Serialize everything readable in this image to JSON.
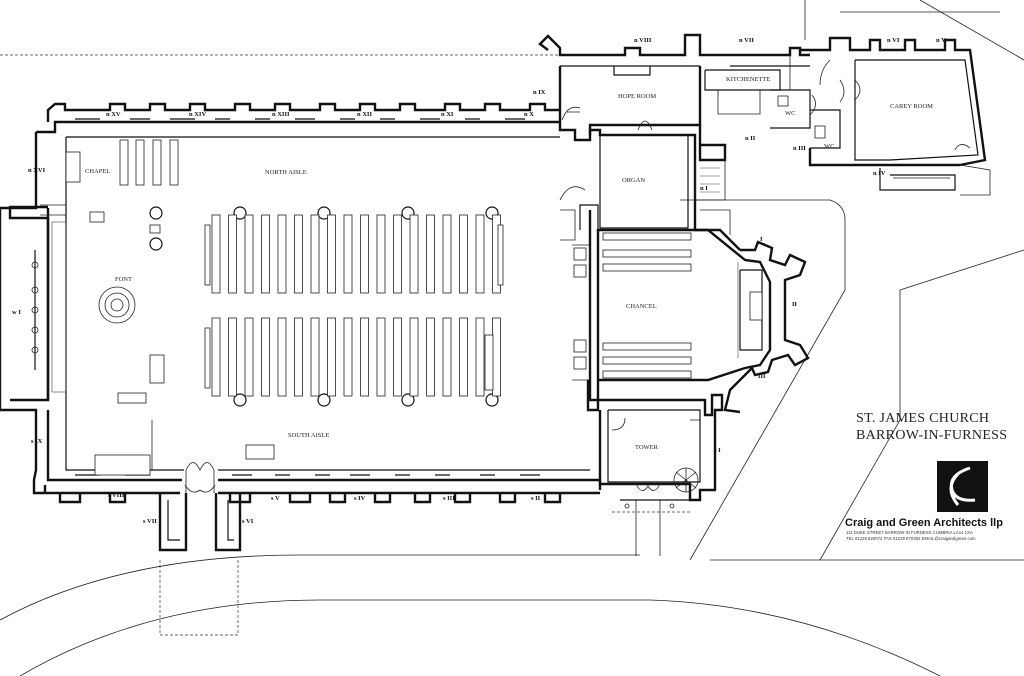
{
  "drawing": {
    "title_line1": "ST. JAMES CHURCH",
    "title_line2": "BARROW-IN-FURNESS"
  },
  "firm": {
    "name": "Craig and Green Architects llp",
    "address": "111 DUKE STREET  BARROW IN FURNESS  CUMBRIA  LA14 1XA",
    "contact": "TEL 01229 820072   FAX 01229 870392   EMAIL@craigandgreen.com"
  },
  "rooms": {
    "chapel": "CHAPEL",
    "north_aisle": "NORTH AISLE",
    "font": "FONT",
    "south_aisle": "SOUTH AISLE",
    "organ": "ORGAN",
    "chancel": "CHANCEL",
    "tower": "TOWER",
    "hope_room": "HOPE ROOM",
    "kitchenette": "KITCHENETTE",
    "wc_1": "WC",
    "wc_2": "WC",
    "carey_room": "CAREY ROOM"
  },
  "windows": {
    "n_xv": "n XV",
    "n_xiv": "n XIV",
    "n_xiii": "n XIII",
    "n_xii": "n XII",
    "n_xi": "n XI",
    "n_x": "n X",
    "n_ix": "n IX",
    "n_viii": "n VIII",
    "n_vii": "n VII",
    "n_vi": "n VI",
    "n_v": "n V",
    "n_iv": "n IV",
    "n_iii": "n III",
    "n_ii": "n II",
    "n_i": "n I",
    "n_xvi": "n XVI",
    "w_i": "w I",
    "s_ix": "s IX",
    "s_viii": "s VIII",
    "s_vii": "s VII",
    "s_vi": "s VI",
    "s_v": "s V",
    "s_iv": "s IV",
    "s_iii": "s III",
    "s_ii": "s II",
    "s_i": "s I",
    "e_i": "I",
    "e_ii": "II",
    "e_iii": "III"
  }
}
